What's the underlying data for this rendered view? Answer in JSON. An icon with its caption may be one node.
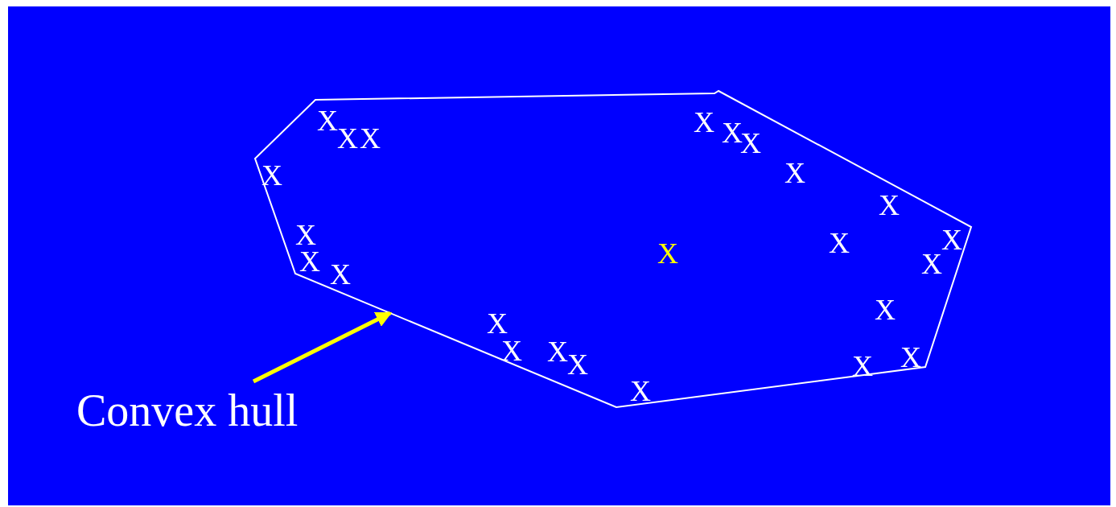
{
  "diagram": {
    "nodes": [
      {
        "text": [
          "Convex hull"
        ]
      },
      {
        "text": [],
        "shape": "polygon"
      }
    ],
    "edges": [
      {
        "from": 0,
        "to": 1,
        "arrow": "to",
        "color": "#ffff00"
      }
    ],
    "labels": [
      "X",
      "X",
      "X",
      "X",
      "X",
      "X",
      "X",
      "X",
      "X",
      "X",
      "X",
      "X",
      "X",
      "X",
      "X",
      "X",
      "X",
      "X",
      "X",
      "X",
      "X",
      "X",
      "X",
      "X"
    ]
  }
}
